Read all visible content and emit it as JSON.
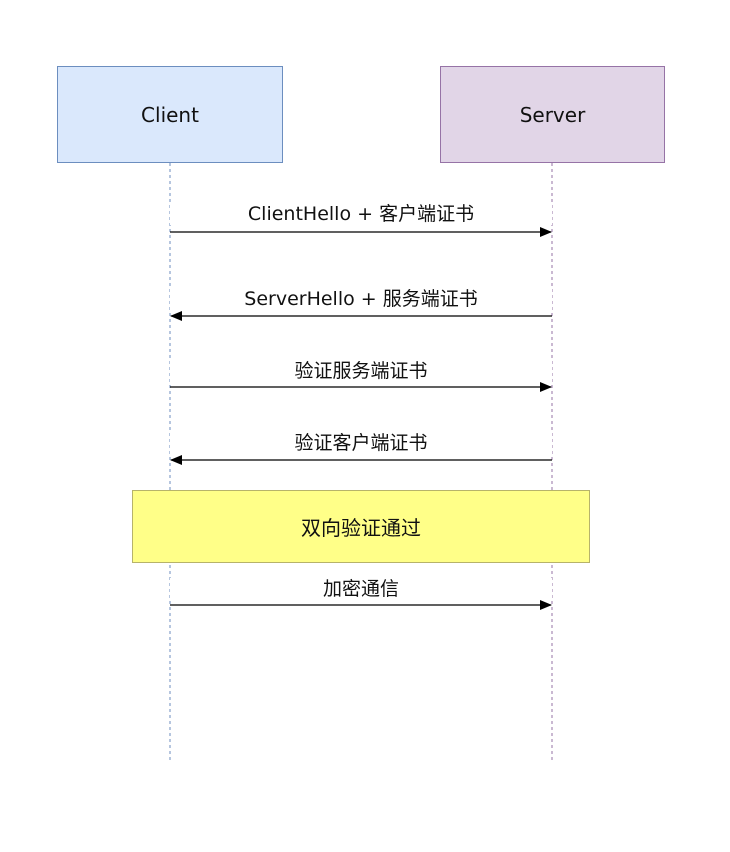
{
  "actors": {
    "client": "Client",
    "server": "Server"
  },
  "messages": [
    {
      "label": "ClientHello + 客户端证书",
      "direction": "client-to-server"
    },
    {
      "label": "ServerHello + 服务端证书",
      "direction": "server-to-client"
    },
    {
      "label": "验证服务端证书",
      "direction": "client-to-server"
    },
    {
      "label": "验证客户端证书",
      "direction": "server-to-client"
    }
  ],
  "note": "双向验证通过",
  "final_message": {
    "label": "加密通信",
    "direction": "client-to-server"
  },
  "colors": {
    "client_fill": "#dae8fc",
    "client_stroke": "#6c8ebf",
    "server_fill": "#e1d5e7",
    "server_stroke": "#9673a6",
    "note_fill": "#ffff88",
    "note_stroke": "#b7b36a",
    "arrow": "#000000"
  }
}
